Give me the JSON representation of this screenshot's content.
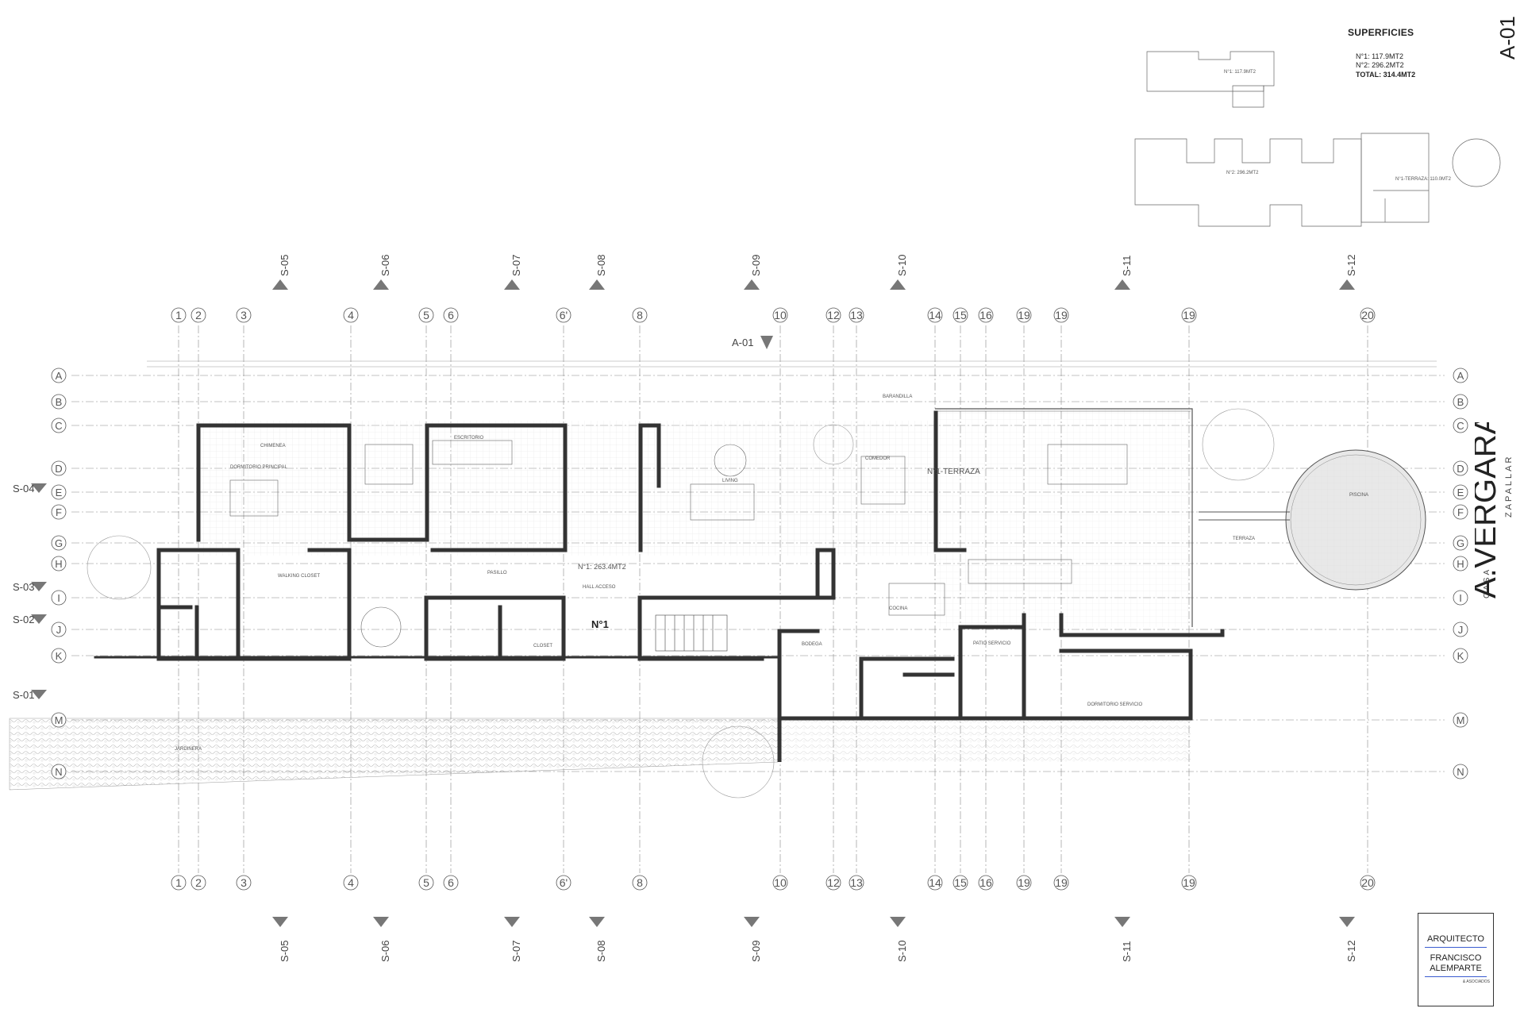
{
  "sheet_code": "A-01",
  "client": {
    "name": "A.VERGARA",
    "location": "ZAPALLAR",
    "prefix": "CASA"
  },
  "superficies": {
    "title": "SUPERFICIES",
    "lines": [
      "N°1: 117.9MT2",
      "N°2: 296.2MT2",
      "TOTAL: 314.4MT2"
    ],
    "diagram1_label": "N°1: 117.9MT2",
    "diagram2_label": "N°2: 296.2MT2",
    "diagram2_terrace_label": "N°1-TERRAZA: 110.0MT2"
  },
  "title_block": {
    "lines": [
      "ARQUITECTO",
      "FRANCISCO",
      "ALEMPARTE"
    ],
    "sub": "& ASOCIADOS"
  },
  "grid": {
    "columns": [
      "1",
      "2",
      "3",
      "4",
      "5",
      "6",
      "6'",
      "8",
      "10",
      "12",
      "13",
      "14",
      "15",
      "16",
      "19",
      "19",
      "19",
      "20"
    ],
    "rows": [
      "A",
      "B",
      "C",
      "D",
      "E",
      "F",
      "G",
      "H",
      "I",
      "J",
      "K",
      "M",
      "N"
    ]
  },
  "section_marks": {
    "vertical": [
      "S-05",
      "S-06",
      "S-07",
      "S-08",
      "S-09",
      "S-10",
      "S-11",
      "S-12"
    ],
    "horizontal": [
      "S-04",
      "S-03",
      "S-02",
      "S-01"
    ],
    "elevation": "A-01"
  },
  "plan_labels": {
    "level": "N°1",
    "level_area": "N°1: 263.4MT2",
    "terrace": "N°1-TERRAZA",
    "living": "LIVING",
    "comedor": "COMEDOR",
    "escritorio": "ESCRITORIO",
    "dormitorio": "DORMITORIO PRINCIPAL",
    "chimenea": "CHIMENEA",
    "walking": "WALKING CLOSET",
    "cocina": "COCINA",
    "bodega": "BODEGA",
    "closet": "CLOSET",
    "pasillo": "PASILLO",
    "hall": "HALL ACCESO",
    "terraza": "TERRAZA",
    "piscina": "PISCINA",
    "barandilla": "BARANDILLA",
    "jardinera": "JARDINERA",
    "patio": "PATIO SERVICIO",
    "dorm_serv": "DORMITORIO SERVICIO"
  },
  "colors": {
    "line": "#222222",
    "grid": "#888888",
    "wall": "#333333",
    "title_rule": "#3a5bd0"
  }
}
